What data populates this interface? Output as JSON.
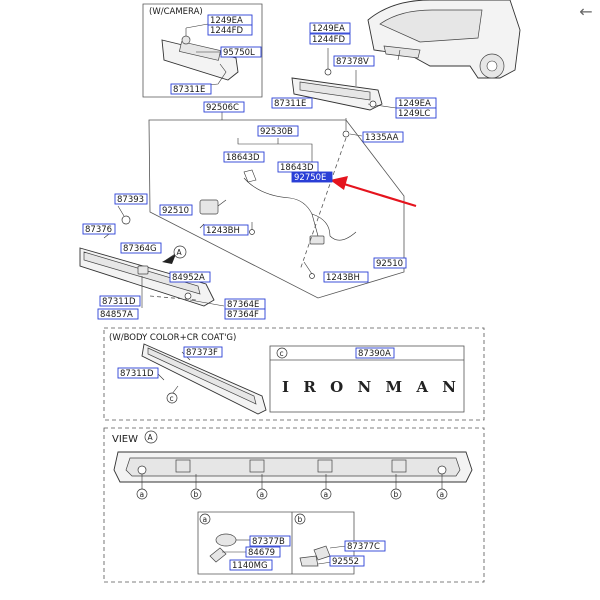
{
  "diagram": {
    "camera_label": "(W/CAMERA)",
    "body_color_label": "(W/BODY COLOR+CR COAT'G)",
    "view_label": "VIEW",
    "view_callout": "A",
    "callout_a": "A",
    "ironman_text": "IRONMAN",
    "circle_a": "a",
    "circle_b": "b",
    "circle_c": "c",
    "parts": {
      "p1249ea_cam": "1249EA",
      "p1244fd_cam": "1244FD",
      "p95750l": "95750L",
      "p87311e_cam": "87311E",
      "p1249ea_top": "1249EA",
      "p1244fd_top": "1244FD",
      "p87378v": "87378V",
      "p87311e_top": "87311E",
      "p1249ea_r": "1249EA",
      "p1249lc": "1249LC",
      "p92506c": "92506C",
      "p1335aa": "1335AA",
      "p92530b": "92530B",
      "p18643d_a": "18643D",
      "p18643d_b": "18643D",
      "p92750e": "92750E",
      "p87393": "87393",
      "p92510_l": "92510",
      "p1243bh_l": "1243BH",
      "p87376": "87376",
      "p87364g": "87364G",
      "p84952a": "84952A",
      "p1243bh_r": "1243BH",
      "p92510_r": "92510",
      "p87311d": "87311D",
      "p84857a": "84857A",
      "p87364e": "87364E",
      "p87364f": "87364F",
      "p87373f": "87373F",
      "p87311d2": "87311D",
      "p87390a": "87390A",
      "p87377b": "87377B",
      "p84679": "84679",
      "p1140mg": "1140MG",
      "p87377c": "87377C",
      "p92552": "92552"
    }
  },
  "colors": {
    "part_border": "#2a3fd6",
    "highlight_fill": "#2a3fd6",
    "arrow": "#e5141e"
  },
  "ui": {
    "back_icon": "arrow-left-icon"
  }
}
